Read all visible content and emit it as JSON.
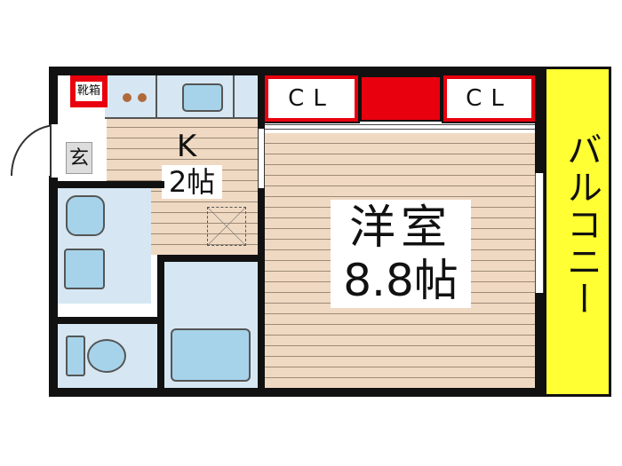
{
  "rooms": {
    "western_room": {
      "name": "洋室",
      "size": "8.8帖"
    },
    "kitchen": {
      "name": "K",
      "size": "2帖"
    },
    "entrance": {
      "name": "玄"
    },
    "shoe_box": {
      "name": "靴箱"
    },
    "closet_left": {
      "name": "CL"
    },
    "closet_right": {
      "name": "CL"
    },
    "balcony": {
      "name": "バルコニー"
    }
  },
  "colors": {
    "wall": "#111111",
    "floor": "#f0d9c2",
    "wet_area": "#d6e7f3",
    "fixture": "#a6d3ea",
    "closet_accent": "#e8000e",
    "balcony": "#ffff33"
  }
}
